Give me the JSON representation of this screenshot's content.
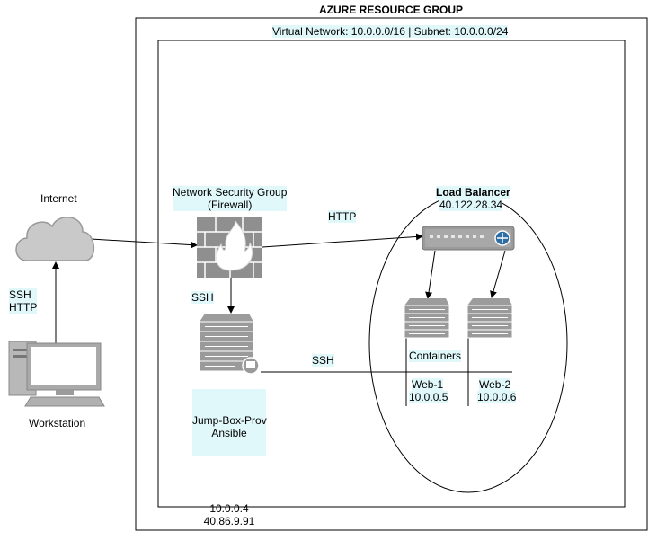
{
  "resource_group": {
    "title": "AZURE RESOURCE GROUP"
  },
  "vnet": {
    "title": "Virtual Network: 10.0.0.0/16 | Subnet: 10.0.0.0/24"
  },
  "internet": {
    "label": "Internet",
    "icon": "cloud-icon"
  },
  "workstation": {
    "label": "Workstation",
    "icon": "workstation-icon",
    "protocols": "SSH\nHTTP"
  },
  "nsg": {
    "title": "Network Security Group\n(Firewall)",
    "icon": "firewall-icon",
    "ssh_label": "SSH"
  },
  "http_edge": {
    "label": "HTTP"
  },
  "load_balancer": {
    "title": "Load Balancer",
    "ip": "40.122.28.34",
    "icon": "load-balancer-icon"
  },
  "containers": {
    "label": "Containers"
  },
  "web1": {
    "name": "Web-1",
    "ip": "10.0.0.5",
    "icon": "server-icon"
  },
  "web2": {
    "name": "Web-2",
    "ip": "10.0.0.6",
    "icon": "server-icon"
  },
  "jump_box": {
    "title": "Jump-Box-Prov\nAnsible",
    "ips": "10.0.0.4\n40.86.9.91",
    "icon": "server-icon"
  },
  "ssh_edge": {
    "label": "SSH"
  },
  "colors": {
    "label_bg": "#e1f8fb",
    "device_gray": "#999999",
    "cloud_gray": "#c9c9c9",
    "lb_accent": "#2e6da4"
  }
}
